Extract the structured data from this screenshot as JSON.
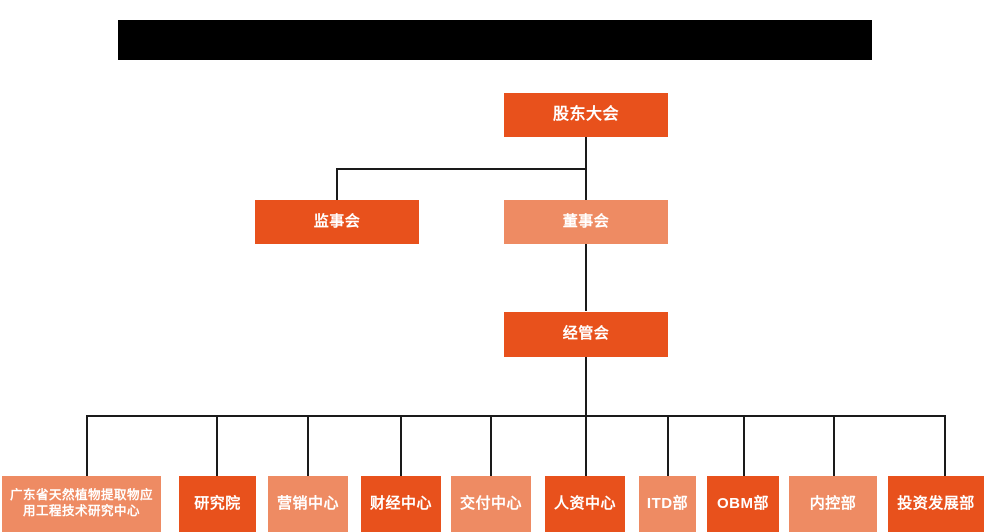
{
  "banner": {
    "text": "",
    "color": "#000000"
  },
  "colors": {
    "dark_orange": "#e8511c",
    "light_orange": "#ee8b63",
    "line": "#1a1a1a",
    "text": "#ffffff",
    "background": "#ffffff"
  },
  "chart_title": "",
  "nodes": {
    "shareholders_meeting": {
      "label": "股东大会",
      "tone": "dark"
    },
    "board_of_supervisors": {
      "label": "监事会",
      "tone": "dark"
    },
    "board_of_directors": {
      "label": "董事会",
      "tone": "light"
    },
    "management_committee": {
      "label": "经管会",
      "tone": "dark"
    }
  },
  "departments": [
    {
      "id": "engineering-research-center",
      "label": "广东省天然植物提取物应用工程技术研究中心",
      "line1": "广东省天然植物提取物应",
      "line2": "用工程技术研究中心",
      "tone": "light"
    },
    {
      "id": "research-institute",
      "label": "研究院",
      "tone": "dark"
    },
    {
      "id": "marketing-center",
      "label": "营销中心",
      "tone": "light"
    },
    {
      "id": "finance-center",
      "label": "财经中心",
      "tone": "dark"
    },
    {
      "id": "delivery-center",
      "label": "交付中心",
      "tone": "light"
    },
    {
      "id": "hr-center",
      "label": "人资中心",
      "tone": "dark"
    },
    {
      "id": "itd-department",
      "label": "ITD部",
      "tone": "light"
    },
    {
      "id": "obm-department",
      "label": "OBM部",
      "tone": "dark"
    },
    {
      "id": "internal-control-department",
      "label": "内控部",
      "tone": "light"
    },
    {
      "id": "investment-development-department",
      "label": "投资发展部",
      "tone": "dark"
    }
  ]
}
